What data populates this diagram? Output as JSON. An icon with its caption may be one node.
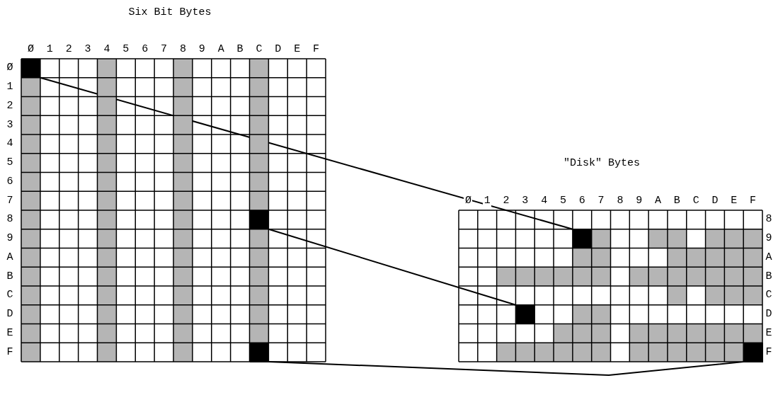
{
  "diagram": {
    "nodes": [
      {
        "text": [
          "Six Bit Bytes"
        ]
      },
      {
        "text": [
          "\"Disk\" Bytes"
        ]
      },
      {
        "text": [],
        "shape": "box",
        "in": 0
      },
      {
        "text": [],
        "shape": "box",
        "in": 0
      },
      {
        "text": [],
        "shape": "box",
        "in": 0
      },
      {
        "text": [],
        "shape": "box",
        "in": 1
      },
      {
        "text": [],
        "shape": "box",
        "in": 1
      },
      {
        "text": [],
        "shape": "box",
        "in": 1
      }
    ],
    "edges": [
      {
        "from": 2,
        "to": 5,
        "arrow": "none"
      },
      {
        "from": 3,
        "to": 6,
        "arrow": "none"
      },
      {
        "from": 4,
        "to": 7,
        "arrow": "none"
      }
    ],
    "labels": [
      "Ø",
      "1",
      "2",
      "3",
      "4",
      "5",
      "6",
      "7",
      "8",
      "9",
      "A",
      "B",
      "C",
      "D",
      "E",
      "F",
      "Ø",
      "1",
      "2",
      "3",
      "4",
      "5",
      "6",
      "7",
      "8",
      "9",
      "A",
      "B",
      "C",
      "D",
      "E",
      "F",
      "Ø",
      "1",
      "2",
      "3",
      "4",
      "5",
      "6",
      "7",
      "8",
      "9",
      "A",
      "B",
      "C",
      "D",
      "E",
      "F",
      "8",
      "9",
      "A",
      "B",
      "C",
      "D",
      "E",
      "F"
    ]
  }
}
